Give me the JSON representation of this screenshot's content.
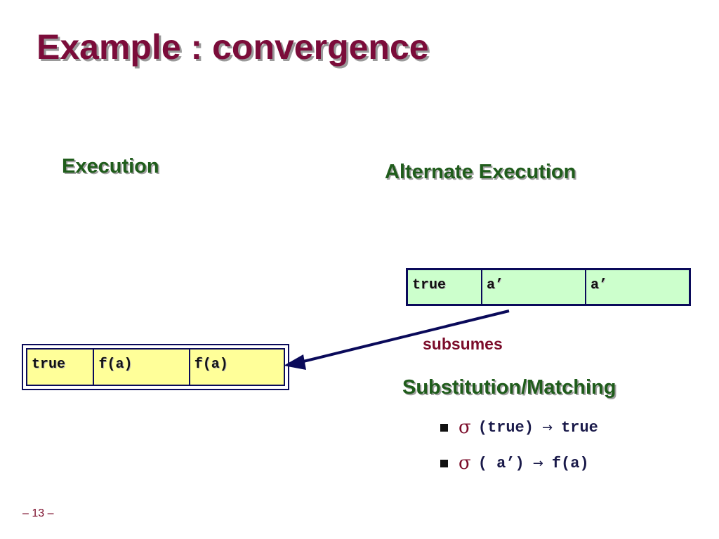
{
  "slide": {
    "title": "Example : convergence",
    "page_number": "– 13 –"
  },
  "execution": {
    "heading": "Execution",
    "cells": [
      "true",
      "f(a)",
      "f(a)"
    ],
    "cell_color": "#ffff99"
  },
  "alternate": {
    "heading": "Alternate Execution",
    "cells": [
      "true",
      "a’",
      "a’"
    ],
    "cell_color": "#ccffcc"
  },
  "relation": {
    "label": "subsumes"
  },
  "substitution": {
    "heading": "Substitution/Matching",
    "items": [
      {
        "symbol": "σ",
        "lhs": "(true)",
        "arrow": "→",
        "rhs": "true"
      },
      {
        "symbol": "σ",
        "lhs": "( a’)",
        "arrow": "→",
        "rhs": "f(a)"
      }
    ]
  },
  "colors": {
    "title": "#7b0c3a",
    "heading": "#1f5c1b",
    "border": "#0a0a5a"
  }
}
